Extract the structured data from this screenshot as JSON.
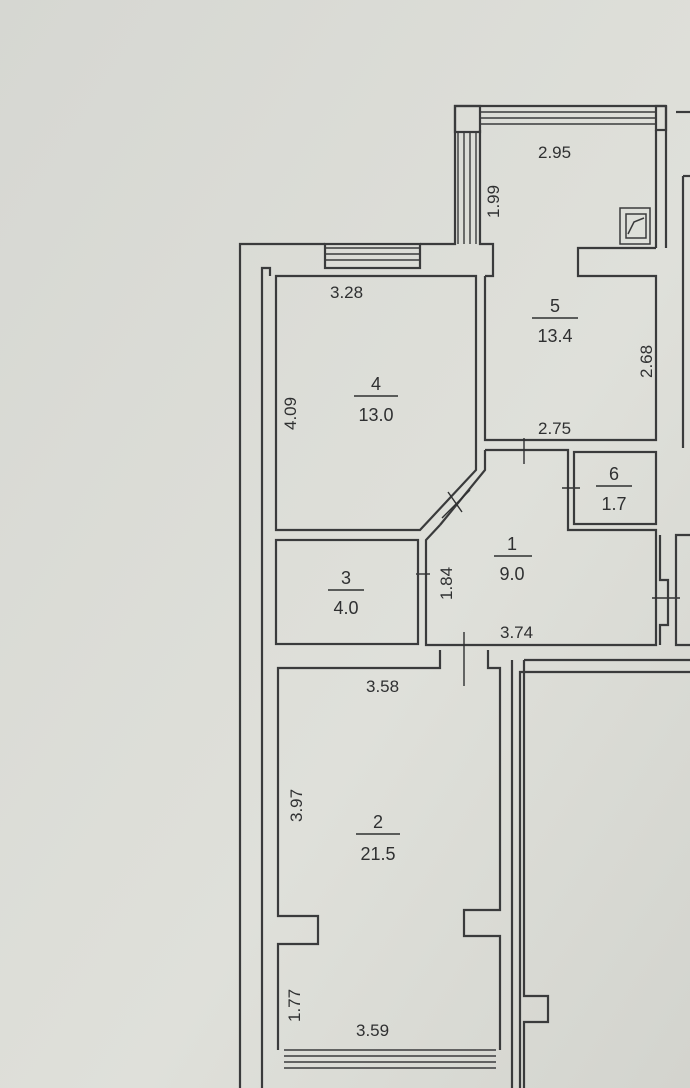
{
  "rooms": [
    {
      "number": "1",
      "area": "9.0"
    },
    {
      "number": "2",
      "area": "21.5"
    },
    {
      "number": "3",
      "area": "4.0"
    },
    {
      "number": "4",
      "area": "13.0"
    },
    {
      "number": "5",
      "area": "13.4"
    },
    {
      "number": "6",
      "area": "1.7"
    }
  ],
  "dimensions": {
    "balcony_width": "2.95",
    "balcony_depth": "1.99",
    "room5_depth": "2.68",
    "room5_bottom": "2.75",
    "room4_width": "3.28",
    "room4_depth": "4.09",
    "room3_width": "1.84",
    "room1_width": "3.74",
    "room2_top": "3.58",
    "room2_depth": "3.97",
    "room2_bottom_depth": "1.77",
    "room2_bottom": "3.59"
  },
  "colors": {
    "paper": "#dadbd5",
    "line": "#3a3b3c"
  }
}
